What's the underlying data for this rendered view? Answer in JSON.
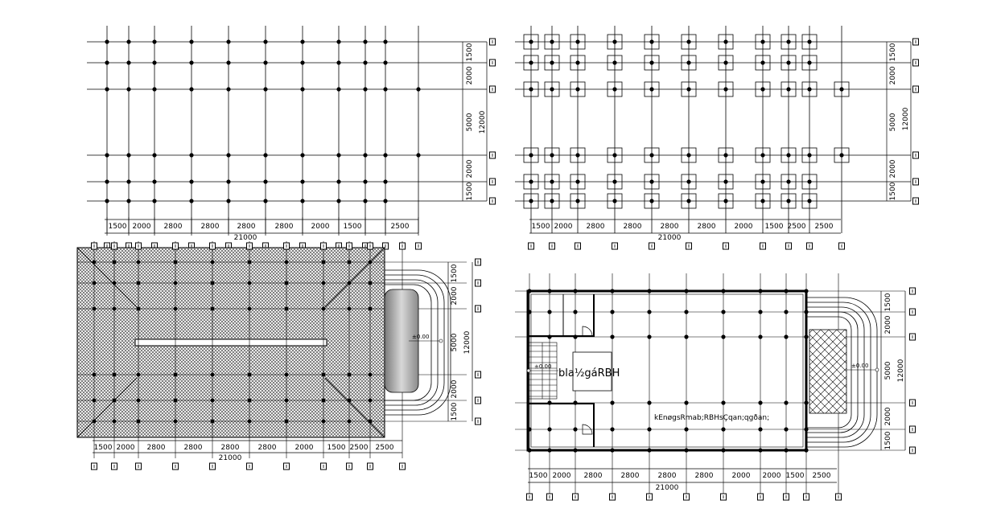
{
  "colors": {
    "ink": "#000000",
    "paper": "#ffffff",
    "hatch": "#555555",
    "canopy": "#9a9a9a"
  },
  "dims": {
    "horizontal": [
      "1500",
      "2000",
      "2800",
      "2800",
      "2800",
      "2800",
      "2000",
      "1500",
      "2500"
    ],
    "horizontal_total": "21000",
    "vertical": [
      "1500",
      "2000",
      "5000",
      "2000",
      "1500"
    ],
    "vertical_total": "12000"
  },
  "annotations": {
    "room_label": "bla½gáRBH",
    "hall_label": "kEnøgsRmab;RBHsÇqan;qgðan;",
    "level_mark_pavilion": "±0.00",
    "level_mark_plan": "±0.00",
    "level_mark_stair": "±0.00"
  },
  "icons": [
    "axis-bubble-icon",
    "door-swing-icon"
  ]
}
